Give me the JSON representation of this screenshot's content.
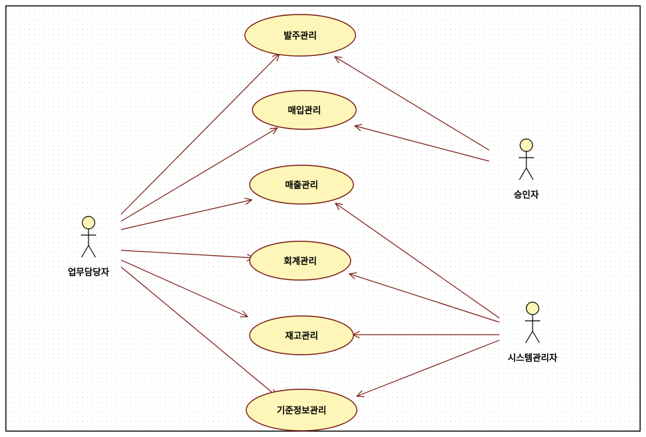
{
  "diagram": {
    "type": "use-case",
    "colors": {
      "usecase_fill": "#fdf6b8",
      "usecase_stroke": "#7a1a12",
      "association": "#7a1a12",
      "actor_head": "#fdf6b8",
      "actor_stroke": "#000000",
      "frame": "#000000",
      "grid": "#d2d2d2"
    },
    "actors": [
      {
        "id": "worker",
        "name": "업무담당자"
      },
      {
        "id": "approver",
        "name": "승인자"
      },
      {
        "id": "admin",
        "name": "시스템관리자"
      }
    ],
    "use_cases": [
      {
        "id": "order",
        "name": "발주관리"
      },
      {
        "id": "purchase",
        "name": "매입관리"
      },
      {
        "id": "sales",
        "name": "매출관리"
      },
      {
        "id": "accounting",
        "name": "회계관리"
      },
      {
        "id": "inventory",
        "name": "재고관리"
      },
      {
        "id": "masterdata",
        "name": "기준정보관리"
      }
    ],
    "associations": [
      {
        "from": "worker",
        "to": "order"
      },
      {
        "from": "worker",
        "to": "purchase"
      },
      {
        "from": "worker",
        "to": "sales"
      },
      {
        "from": "worker",
        "to": "accounting"
      },
      {
        "from": "worker",
        "to": "inventory"
      },
      {
        "from": "worker",
        "to": "masterdata"
      },
      {
        "from": "approver",
        "to": "order"
      },
      {
        "from": "approver",
        "to": "purchase"
      },
      {
        "from": "admin",
        "to": "sales"
      },
      {
        "from": "admin",
        "to": "accounting"
      },
      {
        "from": "admin",
        "to": "inventory"
      },
      {
        "from": "admin",
        "to": "masterdata"
      }
    ]
  }
}
